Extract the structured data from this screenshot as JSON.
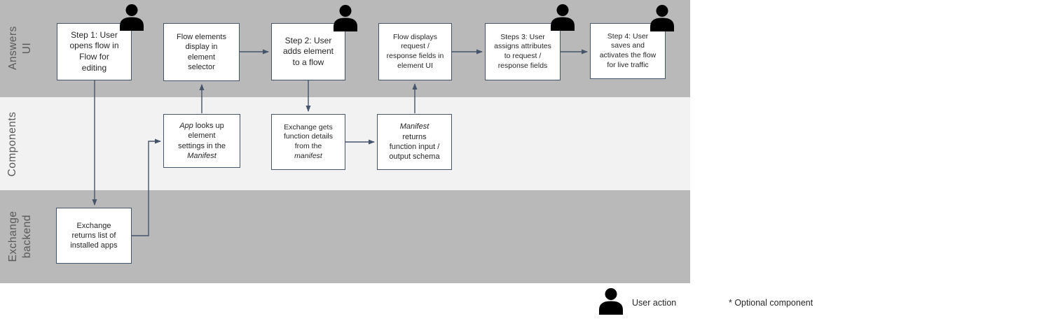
{
  "lanes": [
    {
      "label": "Answers UI"
    },
    {
      "label": "Components"
    },
    {
      "label": "Exchange backend"
    }
  ],
  "nodes": {
    "step1": {
      "text": "Step 1: User\nopens flow in\nFlow for\nediting"
    },
    "flow_elements": {
      "text": "Flow elements\ndisplay in\nelement\nselector"
    },
    "step2": {
      "text": "Step 2: User\nadds element\nto a flow"
    },
    "flow_displays": {
      "text": "Flow displays\nrequest /\nresponse fields in\nelement UI"
    },
    "step3": {
      "text": "Steps 3: User\nassigns attributes\nto request /\nresponse fields"
    },
    "step4": {
      "text": "Step 4: User\nsaves and\nactivates the flow\nfor live traffic"
    },
    "app_lookup": {
      "italic1": "App",
      "mid": " looks up\nelement\nsettings in the\n",
      "italic2": "Manifest"
    },
    "exchange_gets": {
      "pre": "Exchange gets\nfunction details\nfrom the\n",
      "italic": "manifest"
    },
    "manifest_returns": {
      "italic": "Manifest",
      "rest": "\nreturns\nfunction input /\noutput schema"
    },
    "exchange_returns": {
      "text": "Exchange\nreturns list of\ninstalled apps"
    }
  },
  "legend": {
    "user_action_label": "User action",
    "optional_label": "* Optional component"
  },
  "colors": {
    "lane_dark": "#b9b9b9",
    "lane_light": "#f2f2f2",
    "connector": "#44546a",
    "node_border": "#44546a",
    "node_background": "#ffffff",
    "lane_label_text": "#595959",
    "node_text": "#262626",
    "person_icon": "#000000"
  }
}
